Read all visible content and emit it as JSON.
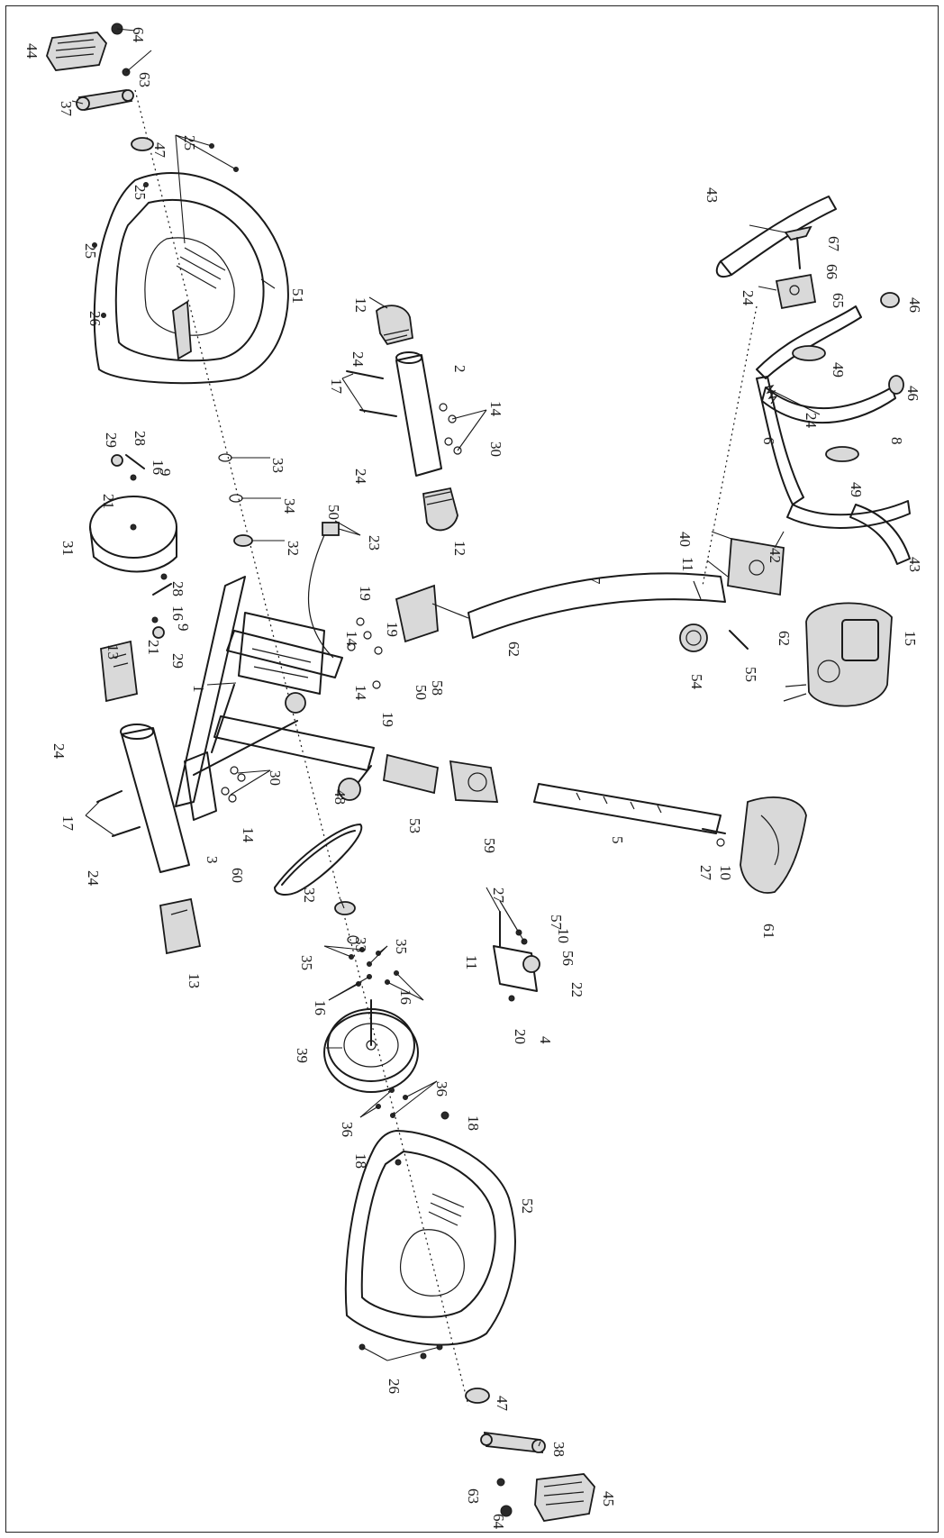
{
  "diagram": {
    "type": "exploded-parts-diagram",
    "labels": [
      {
        "id": "l1",
        "text": "44"
      },
      {
        "id": "l2",
        "text": "64"
      },
      {
        "id": "l3",
        "text": "63"
      },
      {
        "id": "l4",
        "text": "37"
      },
      {
        "id": "l5",
        "text": "47"
      },
      {
        "id": "l6",
        "text": "25"
      },
      {
        "id": "l7",
        "text": "25"
      },
      {
        "id": "l8",
        "text": "25"
      },
      {
        "id": "l9",
        "text": "26"
      },
      {
        "id": "l10",
        "text": "51"
      },
      {
        "id": "l11",
        "text": "12"
      },
      {
        "id": "l12",
        "text": "24"
      },
      {
        "id": "l13",
        "text": "2"
      },
      {
        "id": "l14",
        "text": "17"
      },
      {
        "id": "l15",
        "text": "14"
      },
      {
        "id": "l16",
        "text": "30"
      },
      {
        "id": "l17",
        "text": "24"
      },
      {
        "id": "l18",
        "text": "12"
      },
      {
        "id": "l19",
        "text": "29"
      },
      {
        "id": "l20",
        "text": "28"
      },
      {
        "id": "l21",
        "text": "16"
      },
      {
        "id": "l22",
        "text": "9"
      },
      {
        "id": "l23",
        "text": "21"
      },
      {
        "id": "l24",
        "text": "33"
      },
      {
        "id": "l25",
        "text": "34"
      },
      {
        "id": "l26",
        "text": "32"
      },
      {
        "id": "l27",
        "text": "31"
      },
      {
        "id": "l28",
        "text": "28"
      },
      {
        "id": "l29",
        "text": "16"
      },
      {
        "id": "l30",
        "text": "9"
      },
      {
        "id": "l31",
        "text": "21"
      },
      {
        "id": "l32",
        "text": "29"
      },
      {
        "id": "l33",
        "text": "50"
      },
      {
        "id": "l34",
        "text": "23"
      },
      {
        "id": "l35",
        "text": "19"
      },
      {
        "id": "l36",
        "text": "19"
      },
      {
        "id": "l37",
        "text": "14"
      },
      {
        "id": "l38",
        "text": "14"
      },
      {
        "id": "l39",
        "text": "19"
      },
      {
        "id": "l40",
        "text": "50"
      },
      {
        "id": "l41",
        "text": "58"
      },
      {
        "id": "l42",
        "text": "13"
      },
      {
        "id": "l43",
        "text": "1"
      },
      {
        "id": "l44",
        "text": "24"
      },
      {
        "id": "l45",
        "text": "30"
      },
      {
        "id": "l46",
        "text": "14"
      },
      {
        "id": "l47",
        "text": "17"
      },
      {
        "id": "l48",
        "text": "24"
      },
      {
        "id": "l49",
        "text": "3"
      },
      {
        "id": "l50",
        "text": "13"
      },
      {
        "id": "l51",
        "text": "48"
      },
      {
        "id": "l52",
        "text": "53"
      },
      {
        "id": "l53",
        "text": "59"
      },
      {
        "id": "l54",
        "text": "60"
      },
      {
        "id": "l55",
        "text": "32"
      },
      {
        "id": "l56",
        "text": "33"
      },
      {
        "id": "l57",
        "text": "35"
      },
      {
        "id": "l58",
        "text": "35"
      },
      {
        "id": "l59",
        "text": "16"
      },
      {
        "id": "l60",
        "text": "16"
      },
      {
        "id": "l61",
        "text": "39"
      },
      {
        "id": "l62",
        "text": "36"
      },
      {
        "id": "l63",
        "text": "36"
      },
      {
        "id": "l64",
        "text": "18"
      },
      {
        "id": "l65",
        "text": "18"
      },
      {
        "id": "l66",
        "text": "52"
      },
      {
        "id": "l67",
        "text": "26"
      },
      {
        "id": "l68",
        "text": "47"
      },
      {
        "id": "l69",
        "text": "38"
      },
      {
        "id": "l70",
        "text": "63"
      },
      {
        "id": "l71",
        "text": "64"
      },
      {
        "id": "l72",
        "text": "45"
      },
      {
        "id": "l73",
        "text": "43"
      },
      {
        "id": "l74",
        "text": "67"
      },
      {
        "id": "l75",
        "text": "66"
      },
      {
        "id": "l76",
        "text": "24"
      },
      {
        "id": "l77",
        "text": "65"
      },
      {
        "id": "l78",
        "text": "46"
      },
      {
        "id": "l79",
        "text": "49"
      },
      {
        "id": "l80",
        "text": "24"
      },
      {
        "id": "l81",
        "text": "6"
      },
      {
        "id": "l82",
        "text": "8"
      },
      {
        "id": "l83",
        "text": "46"
      },
      {
        "id": "l84",
        "text": "49"
      },
      {
        "id": "l85",
        "text": "43"
      },
      {
        "id": "l86",
        "text": "40"
      },
      {
        "id": "l87",
        "text": "11"
      },
      {
        "id": "l88",
        "text": "42"
      },
      {
        "id": "l89",
        "text": "7"
      },
      {
        "id": "l90",
        "text": "62"
      },
      {
        "id": "l91",
        "text": "62"
      },
      {
        "id": "l92",
        "text": "54"
      },
      {
        "id": "l93",
        "text": "55"
      },
      {
        "id": "l94",
        "text": "15"
      },
      {
        "id": "l95",
        "text": "5"
      },
      {
        "id": "l96",
        "text": "27"
      },
      {
        "id": "l97",
        "text": "10"
      },
      {
        "id": "l98",
        "text": "61"
      },
      {
        "id": "l99",
        "text": "27"
      },
      {
        "id": "l100",
        "text": "57"
      },
      {
        "id": "l101",
        "text": "10"
      },
      {
        "id": "l102",
        "text": "56"
      },
      {
        "id": "l103",
        "text": "11"
      },
      {
        "id": "l104",
        "text": "22"
      },
      {
        "id": "l105",
        "text": "20"
      },
      {
        "id": "l106",
        "text": "4"
      }
    ]
  }
}
